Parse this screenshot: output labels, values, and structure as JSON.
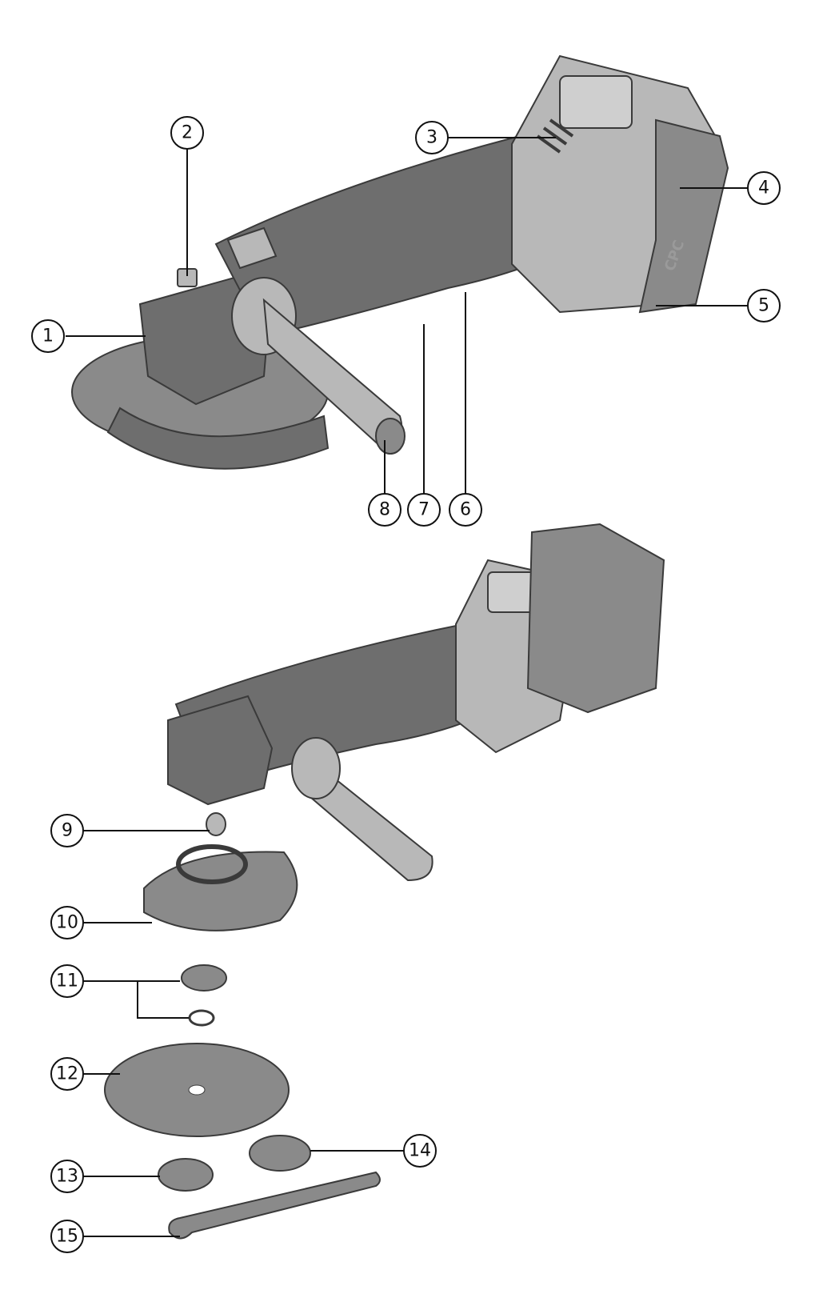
{
  "battery_marking": "CPC",
  "callouts": [
    {
      "id": 1,
      "label": "1"
    },
    {
      "id": 2,
      "label": "2"
    },
    {
      "id": 3,
      "label": "3"
    },
    {
      "id": 4,
      "label": "4"
    },
    {
      "id": 5,
      "label": "5"
    },
    {
      "id": 6,
      "label": "6"
    },
    {
      "id": 7,
      "label": "7"
    },
    {
      "id": 8,
      "label": "8"
    },
    {
      "id": 9,
      "label": "9"
    },
    {
      "id": 10,
      "label": "10"
    },
    {
      "id": 11,
      "label": "11"
    },
    {
      "id": 12,
      "label": "12"
    },
    {
      "id": 13,
      "label": "13"
    },
    {
      "id": 14,
      "label": "14"
    },
    {
      "id": 15,
      "label": "15"
    }
  ],
  "colors": {
    "line": "#111111",
    "body_dark": "#6e6e6e",
    "body_light": "#b8b8b8",
    "background": "#ffffff"
  }
}
